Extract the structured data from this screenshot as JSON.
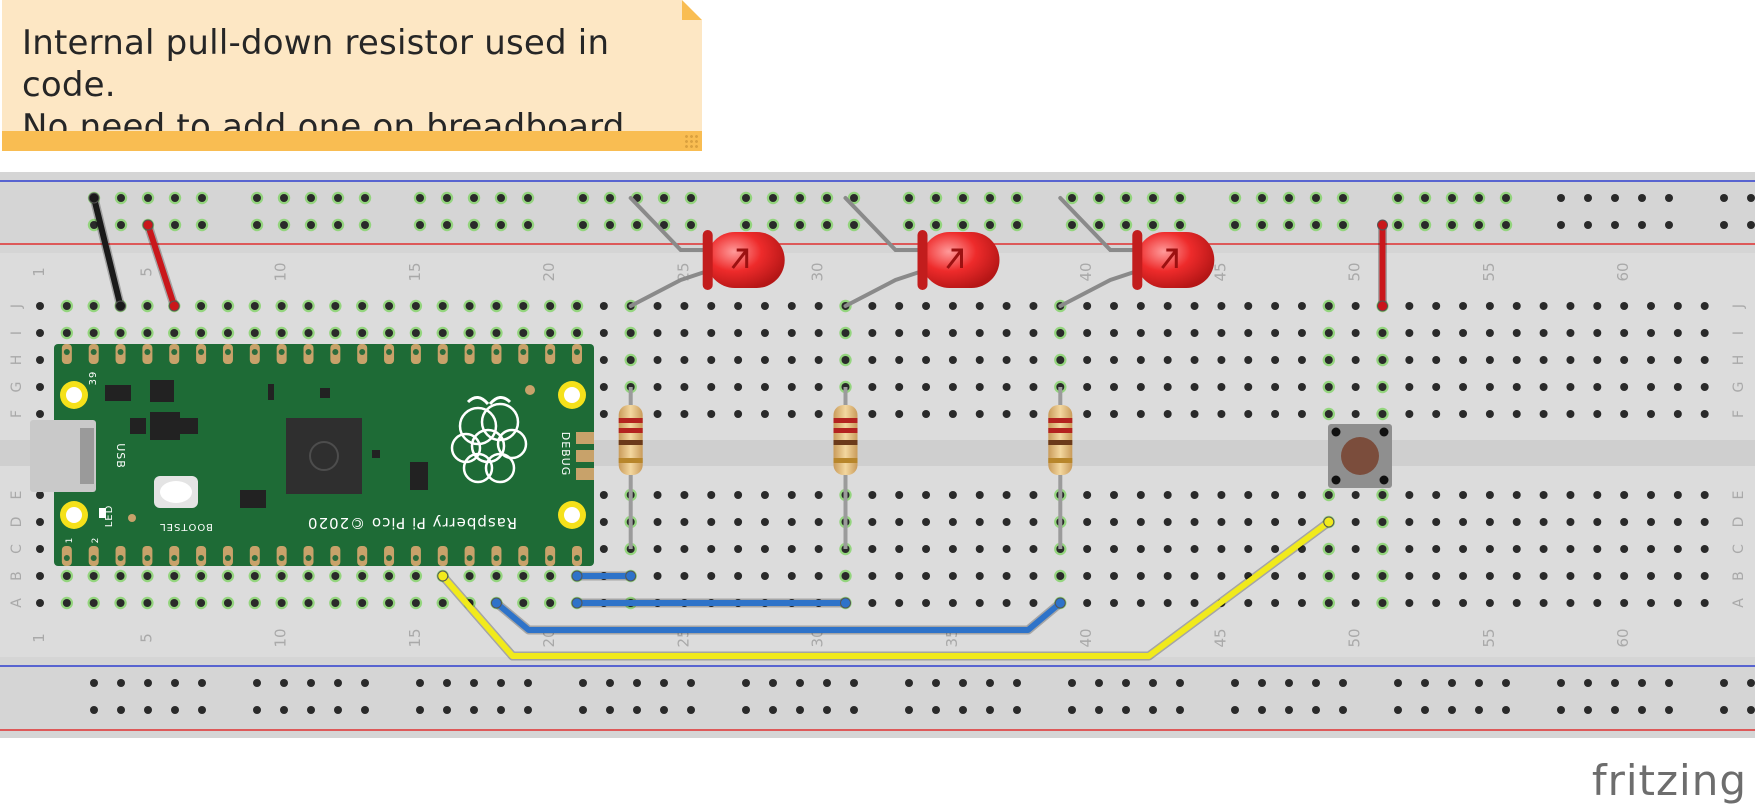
{
  "note": {
    "text": "Internal pull-down resistor used in code.\nNo need to add one on breadboard"
  },
  "logo": "fritzing",
  "breadboard": {
    "column_labels": [
      "1",
      "5",
      "10",
      "15",
      "20",
      "25",
      "30",
      "35",
      "40",
      "45",
      "50",
      "55",
      "60"
    ],
    "row_labels_top": [
      "J",
      "I",
      "H",
      "G",
      "F"
    ],
    "row_labels_bottom": [
      "E",
      "D",
      "C",
      "B",
      "A"
    ],
    "colors": {
      "body": "#dcdcdc",
      "rail_red": "#e03030",
      "rail_blue": "#2f3fcf",
      "hole": "#2a2a2a",
      "hole_active": "#7cd35f"
    }
  },
  "pico": {
    "label_main": "Raspberry Pi Pico ©2020",
    "label_usb": "USB",
    "label_bootsel": "BOOTSEL",
    "label_led": "LED",
    "label_debug": "DEBUG",
    "pin_39": "39",
    "pin_1": "1",
    "pin_2": "2",
    "color": "#1e6b36"
  },
  "components": {
    "led_color": "#e8282b",
    "wire_colors": {
      "yellow": "#f1ea1c",
      "blue": "#2e73c9",
      "red": "#c9171b",
      "black": "#1a1a1a"
    }
  }
}
